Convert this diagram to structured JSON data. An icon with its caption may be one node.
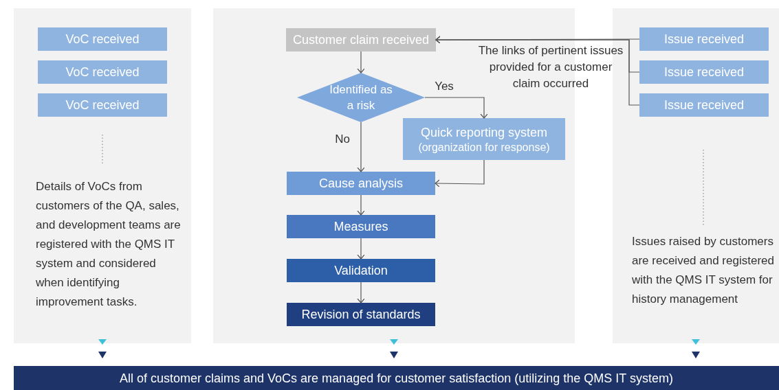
{
  "diagram": {
    "nodes": [
      {
        "text": [
          "Details of VoCs from customers of the QA, sales, and development teams are registered with the QMS IT system and considered when identifying improvement tasks."
        ]
      },
      {
        "text": [
          "VoC received"
        ],
        "in": 0
      },
      {
        "text": [
          "VoC received"
        ],
        "in": 0
      },
      {
        "text": [
          "VoC received"
        ],
        "in": 0
      },
      {
        "text": [],
        "shape": "box"
      },
      {
        "text": [
          "Customer claim received"
        ],
        "in": 4
      },
      {
        "text": [
          "Identified as a risk"
        ],
        "in": 4
      },
      {
        "text": [
          "Quick reporting system",
          "(organization for response)"
        ],
        "in": 4
      },
      {
        "text": [
          "Cause analysis"
        ],
        "in": 4
      },
      {
        "text": [
          "Measures"
        ],
        "in": 4
      },
      {
        "text": [
          "Validation"
        ],
        "in": 4
      },
      {
        "text": [
          "Revision of standards"
        ],
        "in": 4
      },
      {
        "text": [
          "Issues raised by customers are received and registered with the QMS IT system for history management"
        ]
      },
      {
        "text": [
          "Issue received"
        ],
        "in": 12
      },
      {
        "text": [
          "Issue received"
        ],
        "in": 12
      },
      {
        "text": [
          "Issue received"
        ],
        "in": 12
      },
      {
        "text": [
          "All of customer claims and VoCs are managed for customer satisfaction (utilizing the QMS IT system)"
        ]
      }
    ],
    "edges": [
      {
        "from": 5,
        "to": 6,
        "arrow": "to"
      },
      {
        "from": 6,
        "to": 7,
        "arrow": "to",
        "label": "Yes"
      },
      {
        "from": 6,
        "to": 8,
        "arrow": "to",
        "label": "No"
      },
      {
        "from": 7,
        "to": 8,
        "arrow": "to"
      },
      {
        "from": 8,
        "to": 9,
        "arrow": "to"
      },
      {
        "from": 9,
        "to": 10,
        "arrow": "to"
      },
      {
        "from": 10,
        "to": 11,
        "arrow": "to"
      },
      {
        "from": 13,
        "to": 5,
        "arrow": "to",
        "label": "The links of pertinent issues provided for a customer claim occurred"
      },
      {
        "from": 14,
        "to": 5,
        "arrow": "to"
      },
      {
        "from": 15,
        "to": 5,
        "arrow": "to"
      },
      {
        "from": 0,
        "to": 16,
        "arrow": "to"
      },
      {
        "from": 4,
        "to": 16,
        "arrow": "to"
      },
      {
        "from": 12,
        "to": 16,
        "arrow": "to"
      }
    ]
  }
}
